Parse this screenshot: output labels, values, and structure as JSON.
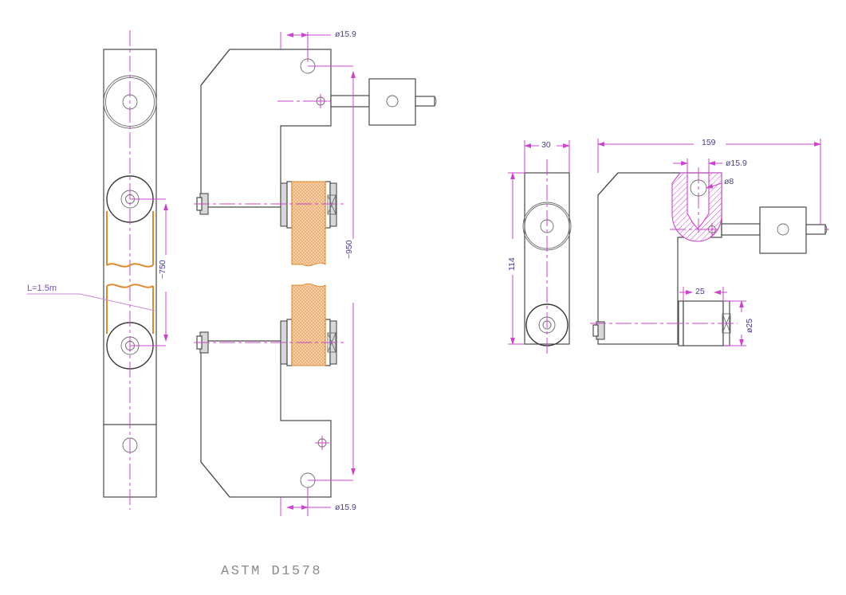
{
  "drawing": {
    "title": "ASTM D1578",
    "standard_caption": "ASTM D1578",
    "colors": {
      "outline": "#4a4a4a",
      "dimension": "#cc44cc",
      "dimension_text": "#4b3a8f",
      "specimen": "#e08a30",
      "section_hatch": "#cc44cc",
      "title_text": "#8a8a8a",
      "background": "#ffffff"
    }
  },
  "left_assembly": {
    "name": "front-and-side-elevation",
    "annotations": {
      "specimen_length": "L=1.5m",
      "overall_span": "~950",
      "gauge_span": "~750",
      "top_pin_dia": "ø15.9",
      "bottom_pin_dia": "ø15.9"
    },
    "views": [
      {
        "name": "side-view",
        "label": ""
      },
      {
        "name": "front-view",
        "label": ""
      }
    ]
  },
  "right_detail": {
    "name": "clamp-detail-views",
    "annotations": {
      "side_width": "30",
      "side_height": "114",
      "overall_length": "159",
      "bore_dia": "ø15.9",
      "pin_dia": "ø8",
      "roller_width": "25",
      "roller_dia": "ø25"
    },
    "views": [
      {
        "name": "detail-side-view",
        "label": ""
      },
      {
        "name": "detail-section-view",
        "label": ""
      }
    ]
  },
  "dimension_labels": [
    {
      "id": "d1",
      "text": "ø15.9"
    },
    {
      "id": "d2",
      "text": "~950"
    },
    {
      "id": "d3",
      "text": "~750"
    },
    {
      "id": "d4",
      "text": "L=1.5m"
    },
    {
      "id": "d5",
      "text": "ø15.9"
    },
    {
      "id": "d6",
      "text": "30"
    },
    {
      "id": "d7",
      "text": "114"
    },
    {
      "id": "d8",
      "text": "159"
    },
    {
      "id": "d9",
      "text": "ø15.9"
    },
    {
      "id": "d10",
      "text": "ø8"
    },
    {
      "id": "d11",
      "text": "25"
    },
    {
      "id": "d12",
      "text": "ø25"
    }
  ]
}
